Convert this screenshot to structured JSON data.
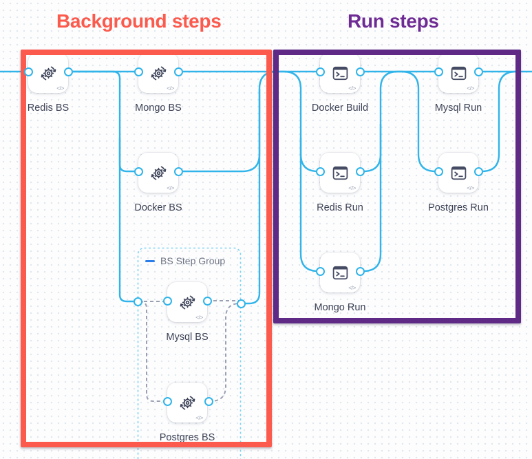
{
  "titles": {
    "background_group": "Background steps",
    "run_group": "Run steps"
  },
  "colors": {
    "background_group_accent": "#fb5a4c",
    "background_group_title": "#fb5a4c",
    "run_group_accent": "#5e2a86",
    "run_group_title": "#6f2b94",
    "connector": "#30b4e9",
    "dashed_connector": "#9aa0b2",
    "group_border": "#7ed3f2",
    "group_collapse_icon": "#2b7de9",
    "node_label": "#3d4254"
  },
  "step_group": {
    "label": "BS Step Group",
    "collapse_icon": "minus-icon"
  },
  "code_badge_glyph": "</>",
  "icons": {
    "background_step": "gear-sync-icon",
    "run_step": "terminal-icon"
  },
  "nodes": [
    {
      "id": "redis-bs",
      "label": "Redis BS",
      "type": "background-step"
    },
    {
      "id": "mongo-bs",
      "label": "Mongo BS",
      "type": "background-step"
    },
    {
      "id": "docker-bs",
      "label": "Docker BS",
      "type": "background-step"
    },
    {
      "id": "mysql-bs",
      "label": "Mysql BS",
      "type": "background-step"
    },
    {
      "id": "postgres-bs",
      "label": "Postgres BS",
      "type": "background-step"
    },
    {
      "id": "docker-build",
      "label": "Docker Build",
      "type": "run-step"
    },
    {
      "id": "mysql-run",
      "label": "Mysql Run",
      "type": "run-step"
    },
    {
      "id": "redis-run",
      "label": "Redis Run",
      "type": "run-step"
    },
    {
      "id": "postgres-run",
      "label": "Postgres Run",
      "type": "run-step"
    },
    {
      "id": "mongo-run",
      "label": "Mongo Run",
      "type": "run-step"
    }
  ]
}
